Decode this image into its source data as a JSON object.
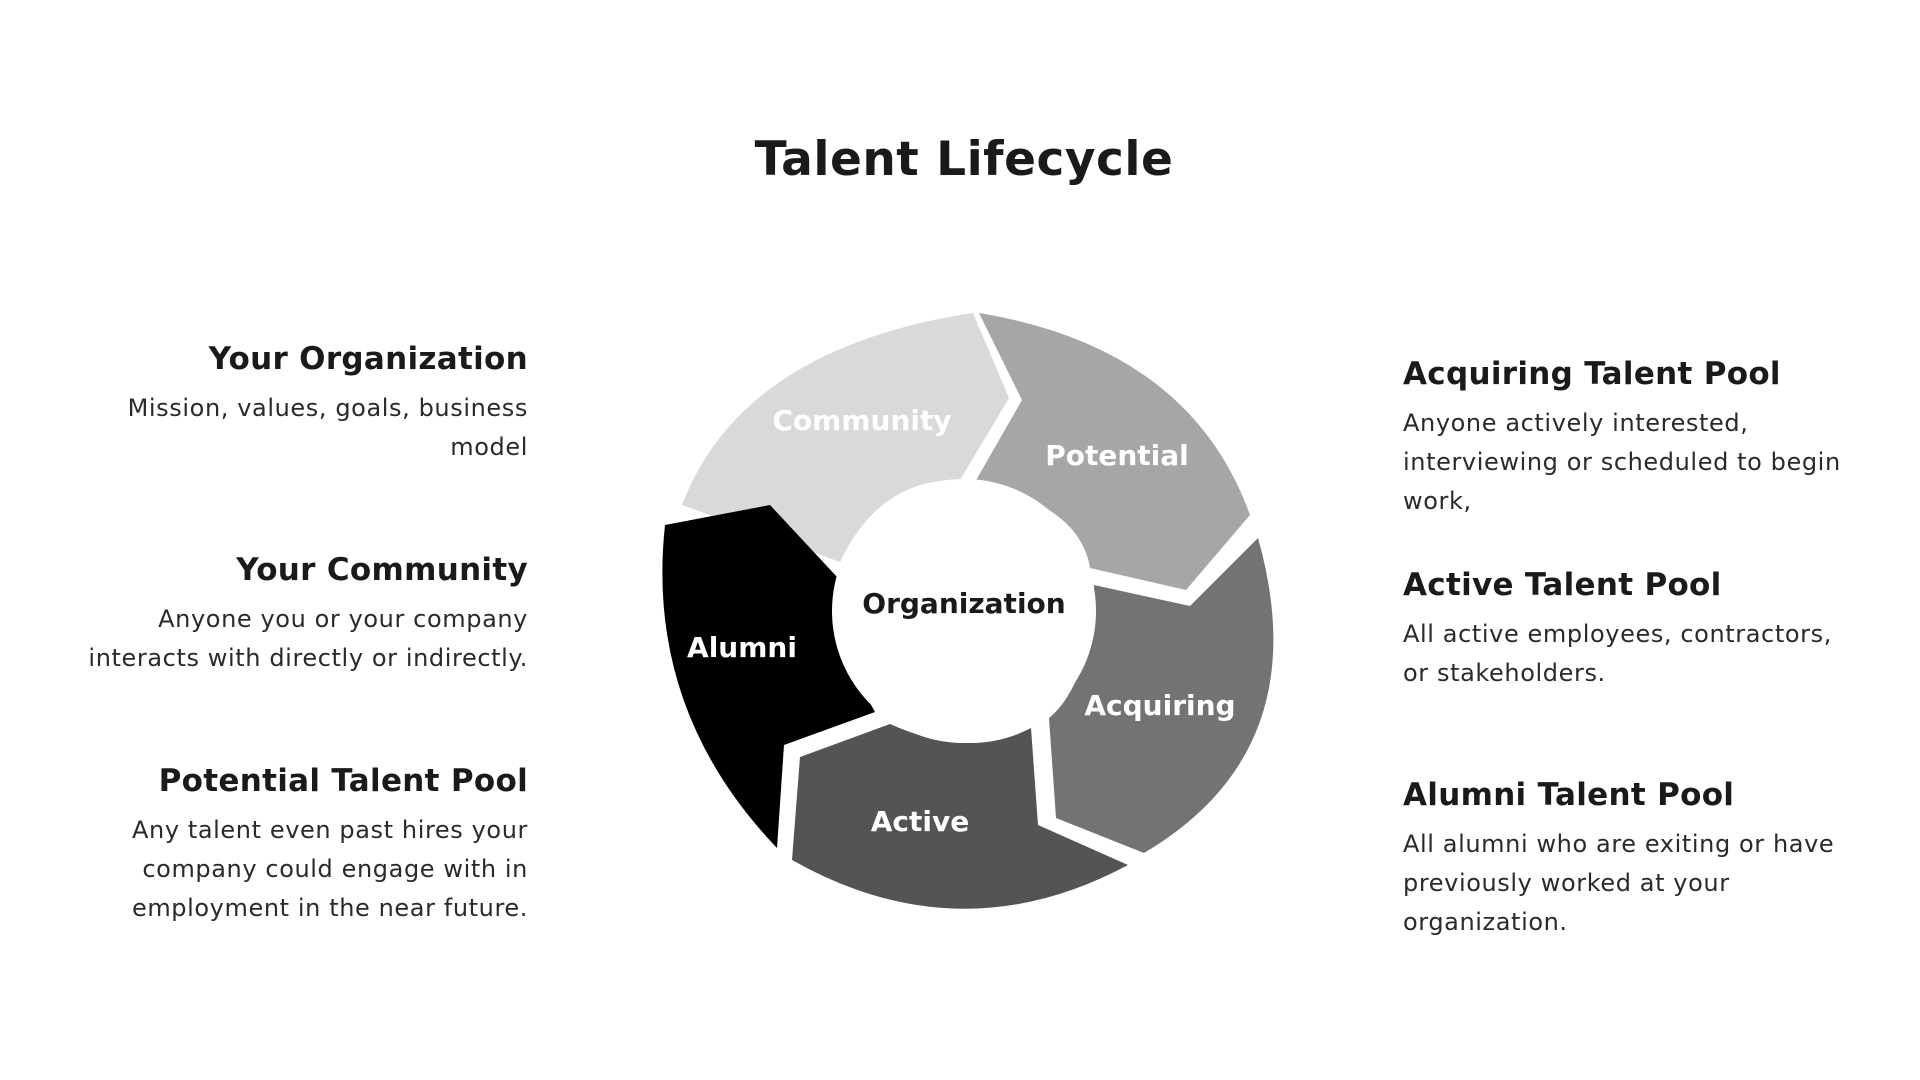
{
  "title": "Talent Lifecycle",
  "wheel": {
    "center": "Organization",
    "segments": {
      "community": {
        "label": "Community",
        "fill": "#d9d9d9",
        "text_color": "#ffffff"
      },
      "potential": {
        "label": "Potential",
        "fill": "#a6a6a6",
        "text_color": "#ffffff"
      },
      "acquiring": {
        "label": "Acquiring",
        "fill": "#737373",
        "text_color": "#ffffff"
      },
      "active": {
        "label": "Active",
        "fill": "#545454",
        "text_color": "#ffffff"
      },
      "alumni": {
        "label": "Alumni",
        "fill": "#000000",
        "text_color": "#ffffff"
      }
    }
  },
  "left": [
    {
      "heading": "Your Organization",
      "text": "Mission, values, goals, business model"
    },
    {
      "heading": "Your Community",
      "text": "Anyone you or your company interacts with directly or indirectly."
    },
    {
      "heading": "Potential Talent Pool",
      "text": "Any talent even past hires your company could engage with in employment in the near future."
    }
  ],
  "right": [
    {
      "heading": "Acquiring Talent Pool",
      "text": "Anyone actively interested, interviewing or scheduled to begin work,"
    },
    {
      "heading": "Active Talent Pool",
      "text": "All active employees, contractors, or stakeholders."
    },
    {
      "heading": "Alumni Talent Pool",
      "text": "All alumni who are exiting or have previously worked at your organization."
    }
  ]
}
